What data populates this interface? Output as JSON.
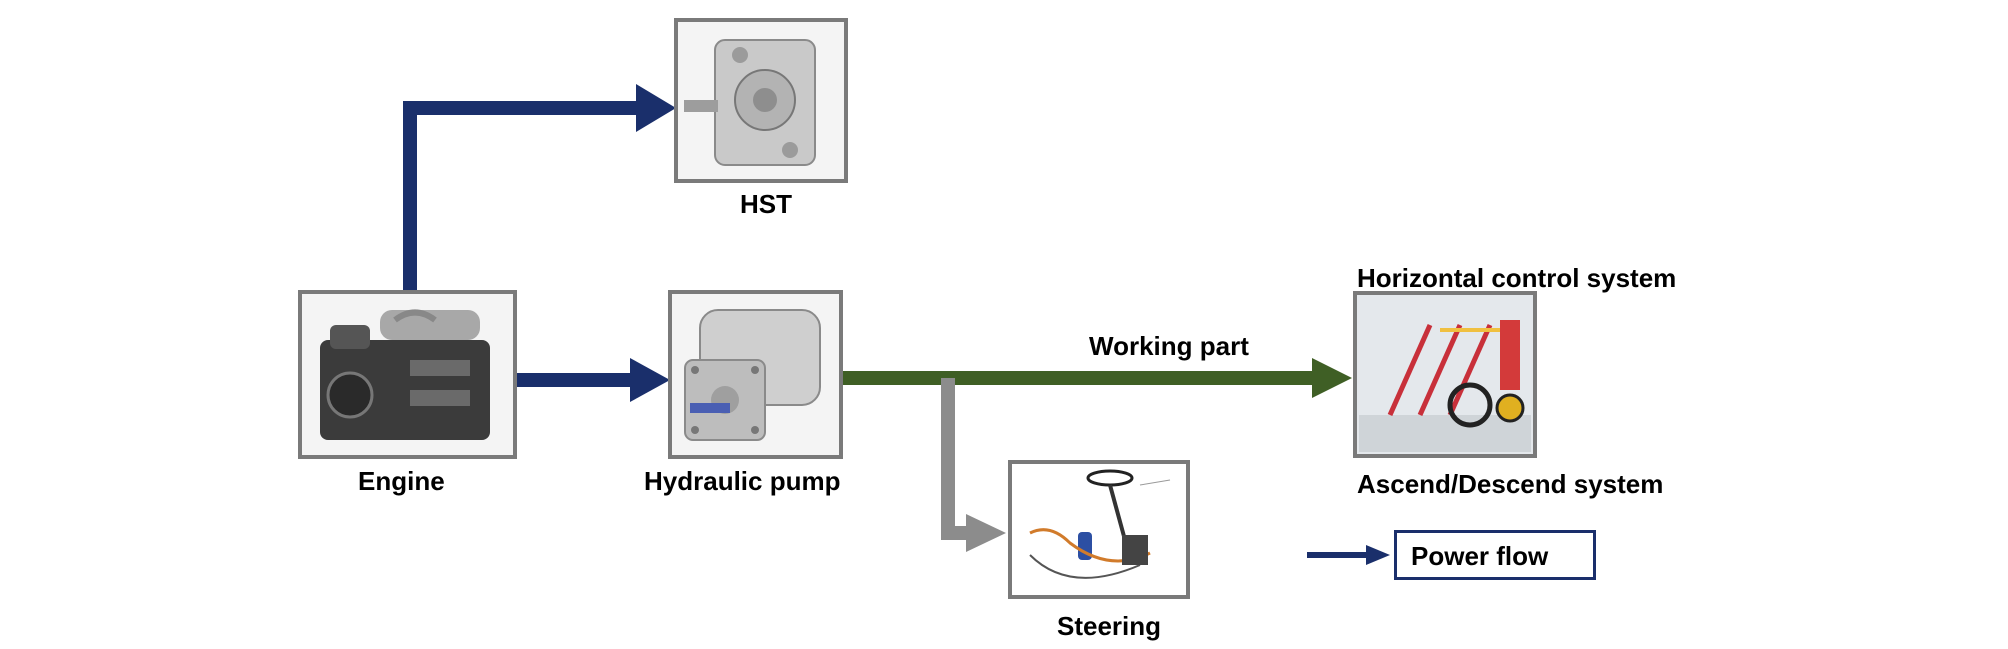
{
  "labels": {
    "hst": "HST",
    "engine": "Engine",
    "hydraulic_pump": "Hydraulic pump",
    "working_part": "Working part",
    "steering": "Steering",
    "horizontal_control": "Horizontal control system",
    "ascend_descend": "Ascend/Descend system"
  },
  "legend": {
    "power_flow": "Power flow"
  },
  "colors": {
    "power_flow": "#1a2f6b",
    "working_flow": "#3f5f25",
    "steering_flow": "#8c8c8c",
    "box_border": "#7a7a7a"
  },
  "icons": {
    "engine": "engine-image",
    "hst": "hst-gearbox-image",
    "hydraulic_pump": "hydraulic-pump-image",
    "steering": "steering-system-image",
    "planter": "planter-machine-image"
  }
}
